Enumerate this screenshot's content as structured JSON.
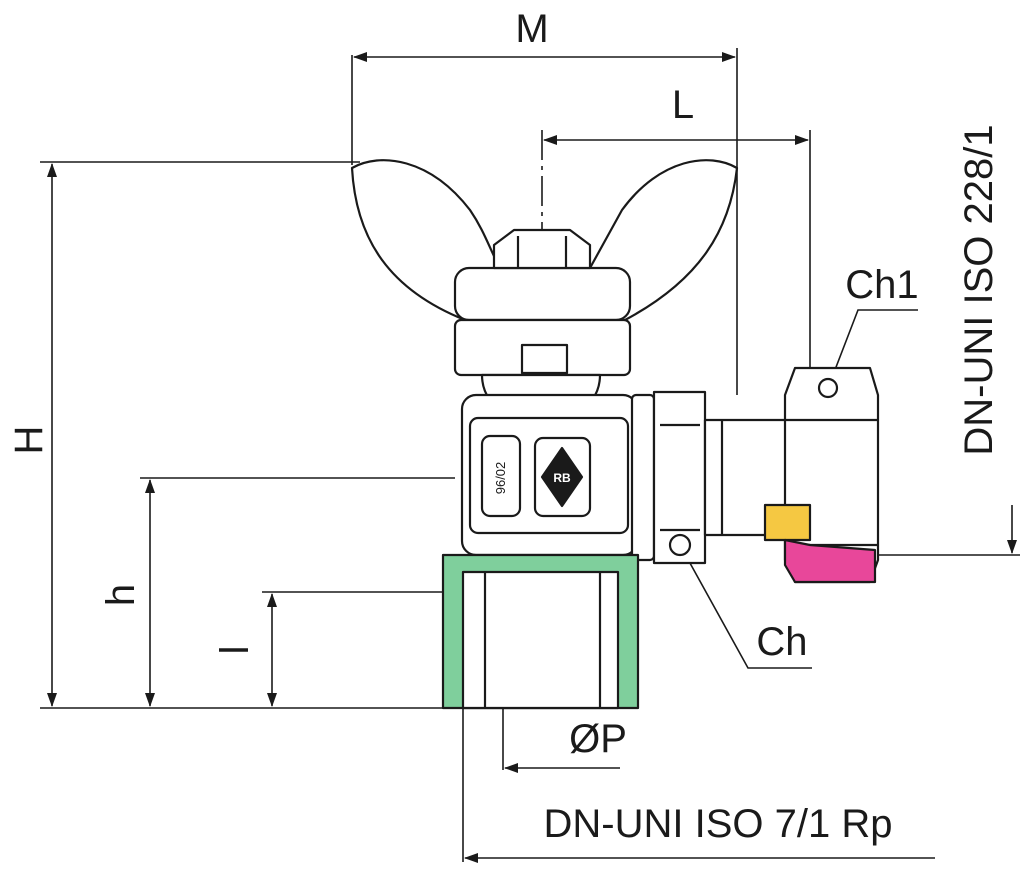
{
  "dimensions": {
    "M": "M",
    "L": "L",
    "H": "H",
    "h": "h",
    "l": "l",
    "phi_p": "ØP",
    "ch": "Ch",
    "ch1": "Ch1"
  },
  "standards": {
    "outlet_thread": "DN-UNI ISO 228/1",
    "inlet_thread": "DN-UNI ISO 7/1 Rp"
  },
  "body_marks": {
    "date_code": "96/02",
    "logo_initials": "RB"
  },
  "colors": {
    "inlet_thread": "#7fcf9c",
    "gasket": "#f5c842",
    "seal": "#e8479a",
    "line": "#1a1a1a"
  }
}
